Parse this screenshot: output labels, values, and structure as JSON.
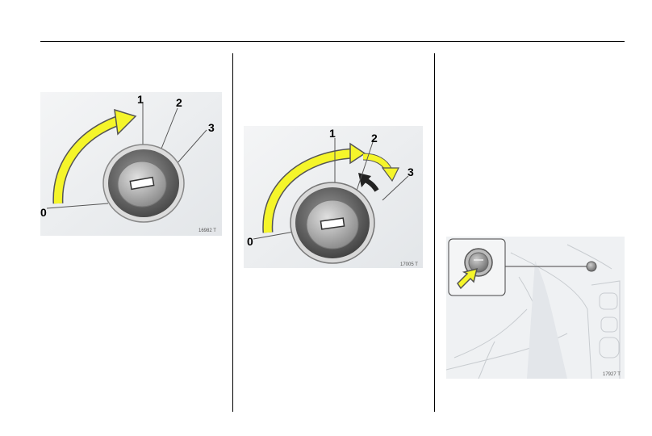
{
  "figures": [
    {
      "labels": [
        "0",
        "1",
        "2",
        "3"
      ],
      "code": "16982 T",
      "switch_icon": "ignition-lock-icon",
      "arrow_icon": "yellow-curved-arrow-icon"
    },
    {
      "labels": [
        "0",
        "1",
        "2",
        "3"
      ],
      "code": "17005 T",
      "switch_icon": "ignition-lock-icon",
      "arrow_icon": "yellow-curved-arrow-icon"
    },
    {
      "code": "17927 T",
      "button_icon": "start-button-icon",
      "arrow_icon": "yellow-push-arrow-icon"
    }
  ],
  "colors": {
    "arrow": "#f5f52a",
    "background": "#eef0f2",
    "rule": "#000000"
  }
}
